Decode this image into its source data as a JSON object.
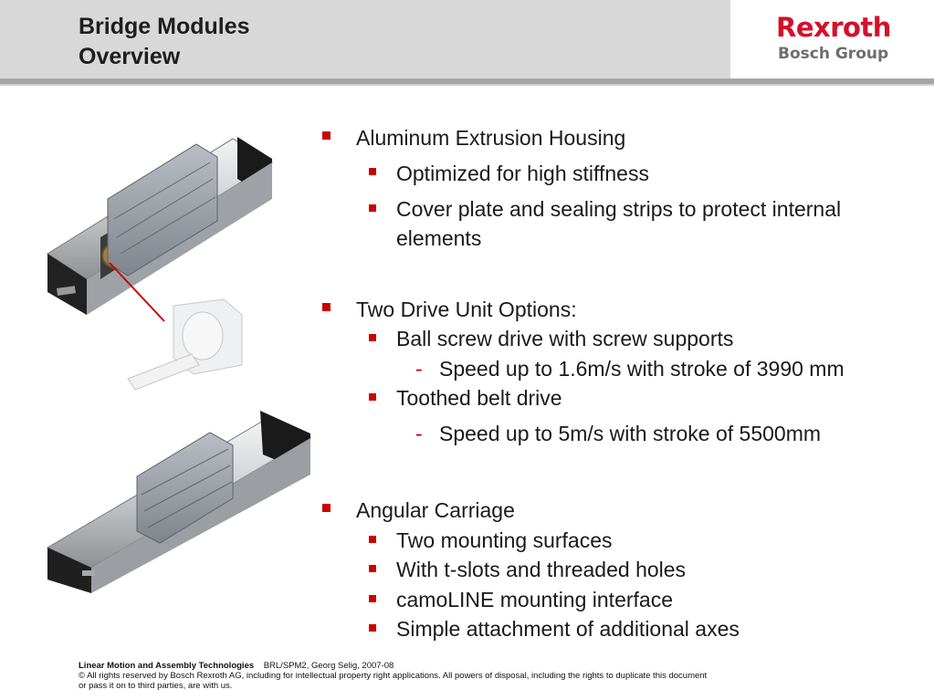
{
  "header": {
    "title_line1": "Bridge Modules",
    "title_line2": "Overview",
    "logo_primary": "Rexroth",
    "logo_secondary": "Bosch Group"
  },
  "colors": {
    "brand_red": "#d4102a",
    "bullet_red": "#cc0000",
    "header_gray": "#d8d8d8"
  },
  "content": {
    "sections": [
      {
        "heading": "Aluminum Extrusion Housing",
        "items": [
          {
            "text": "Optimized for high stiffness"
          },
          {
            "text": "Cover plate and sealing strips to protect internal",
            "continuation": "elements"
          }
        ]
      },
      {
        "heading": "Two Drive Unit Options:",
        "items": [
          {
            "text": "Ball screw drive with screw supports",
            "sub": "Speed up to 1.6m/s with stroke of 3990 mm"
          },
          {
            "text": "Toothed belt drive",
            "sub": "Speed up to 5m/s with stroke of 5500mm"
          }
        ]
      },
      {
        "heading": "Angular Carriage",
        "items": [
          {
            "text": "Two mounting surfaces"
          },
          {
            "text": "With t-slots and threaded holes"
          },
          {
            "text": "camoLINE mounting interface"
          },
          {
            "text": "Simple attachment of additional axes"
          }
        ]
      }
    ],
    "dash_symbol": "-"
  },
  "images": {
    "top_module": "ball-screw-bridge-module",
    "drive_detail": "drive-unit-detail",
    "bottom_module": "toothed-belt-bridge-module"
  },
  "footer": {
    "org": "Linear Motion and Assembly Technologies",
    "ref": "BRL/SPM2, Georg Selig, 2007-08",
    "copyright_line1": "© All rights reserved by Bosch Rexroth AG, including for intellectual property right applications. All powers of disposal, including the rights to duplicate this document",
    "copyright_line2": "or pass it on to third parties, are with us."
  }
}
